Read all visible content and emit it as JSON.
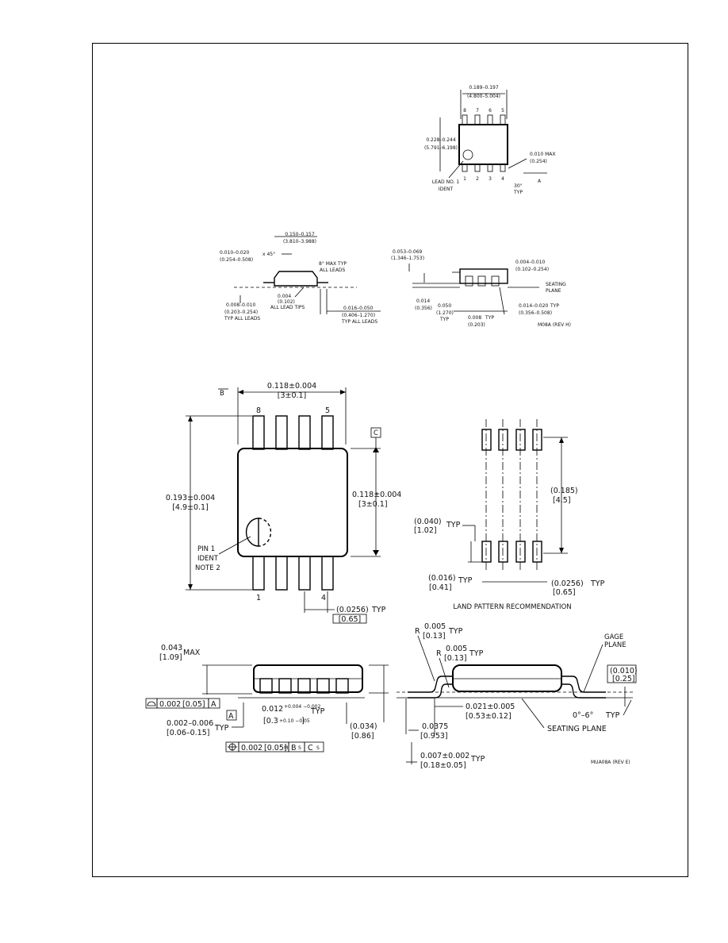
{
  "soic": {
    "top_len_in": "0.189–0.197",
    "top_len_mm": "(4.800–5.004)",
    "pins_top": [
      "8",
      "7",
      "6",
      "5"
    ],
    "pins_bot": [
      "1",
      "2",
      "3",
      "4"
    ],
    "width_in": "0.228–0.244",
    "width_mm": "(5.791–6.198)",
    "lead1_a": "LEAD NO. 1",
    "lead1_b": "IDENT",
    "max_in": "0.010 MAX",
    "max_mm": "(0.254)",
    "angle_a": "30°",
    "angle_b": "TYP",
    "datum": "A",
    "side_w_in": "0.150–0.157",
    "side_w_mm": "(3.810–3.988)",
    "chamfer_in": "0.010–0.020",
    "chamfer_x": "x 45°",
    "chamfer_mm": "(0.254–0.508)",
    "ang8_a": "8° MAX TYP",
    "ang8_b": "ALL LEADS",
    "lead_t_in": "0.004",
    "lead_t_mm": "(0.102)",
    "lead_t_c": "ALL LEAD TIPS",
    "lw_in": "0.008–0.010",
    "lw_mm": "(0.203–0.254)",
    "lw_c": "TYP ALL LEADS",
    "ll_in": "0.016–0.050",
    "ll_mm": "(0.406–1.270)",
    "ll_c": "TYP ALL LEADS",
    "h_in": "0.053–0.069",
    "h_mm": "(1.346–1.753)",
    "so_in": "0.004–0.010",
    "so_mm": "(0.102–0.254)",
    "seat_a": "SEATING",
    "seat_b": "PLANE",
    "p014_in": "0.014",
    "p014_mm": "(0.356)",
    "p050_in": "0.050",
    "p050_mm": "(1.270)",
    "p050_c": "TYP",
    "p008_in": "0.008",
    "p008_c": "TYP",
    "p008_mm": "(0.203)",
    "p014b_in": "0.014–0.020",
    "p014b_c": "TYP",
    "p014b_mm": "(0.356–0.508)",
    "code": "M08A (REV H)"
  },
  "msop": {
    "datum_b": "B",
    "width": "0.118±0.004",
    "width_mm": "[3±0.1]",
    "pin8": "8",
    "pin5": "5",
    "pin1": "1",
    "pin4": "4",
    "datum_c": "C",
    "height": "0.193±0.004",
    "height_mm": "[4.9±0.1]",
    "body": "0.118±0.004",
    "body_mm": "[3±0.1]",
    "pin1_a": "PIN 1",
    "pin1_b": "IDENT",
    "pin1_c": "NOTE 2",
    "pitch": "(0.0256)",
    "pitch_c": "TYP",
    "pitch_mm": "[0.65]",
    "lp_span": "(0.185)",
    "lp_span_mm": "[4.5]",
    "lp_pad": "(0.040)",
    "lp_pad_c": "TYP",
    "lp_pad_mm": "[1.02]",
    "lp_pw": "(0.016)",
    "lp_pw_c": "TYP",
    "lp_pw_mm": "[0.41]",
    "lp_pitch": "(0.0256)",
    "lp_pitch_c": "TYP",
    "lp_pitch_mm": "[0.65]",
    "land_title": "LAND PATTERN RECOMMENDATION",
    "maxh": "0.043",
    "maxh_mm": "[1.09]",
    "maxh_c": "MAX",
    "fcf1_val": "0.002",
    "fcf1_mm": "[0.05]",
    "fcf1_ref": "A",
    "datum_a": "A",
    "so_in": "0.002–0.006",
    "so_c": "TYP",
    "so_mm": "[0.06–0.15]",
    "lw_in": "0.012",
    "lw_tol": "+0.004 −0.002",
    "lw_c": "TYP",
    "lw_mm": "[0.3",
    "lw_mm_tol": "+0.10 −0.05",
    "lw_mm_end": "]",
    "fcf2_val": "0.002",
    "fcf2_mm": "[0.05]",
    "fcf2_mod": "M",
    "fcf2_b": "B",
    "fcf2_s1": "S",
    "fcf2_c": "C",
    "fcf2_s2": "S",
    "side_h": "(0.034)",
    "side_h_mm": "[0.86]",
    "r1_c": "R",
    "r1": "0.005",
    "r1_mm": "[0.13]",
    "r1_t": "TYP",
    "r2_c": "R",
    "r2": "0.005",
    "r2_mm": "[0.13]",
    "r2_t": "TYP",
    "gage_a": "GAGE",
    "gage_b": "PLANE",
    "gage_h": "(0.010)",
    "gage_h_mm": "[0.25]",
    "ang": "0°–6°",
    "ang_c": "TYP",
    "foot": "0.021±0.005",
    "foot_mm": "[0.53±0.12]",
    "seat": "SEATING PLANE",
    "ll": "0.0375",
    "ll_mm": "[0.953]",
    "lt": "0.007±0.002",
    "lt_c": "TYP",
    "lt_mm": "[0.18±0.05]",
    "code": "MUA08A (REV E)"
  }
}
